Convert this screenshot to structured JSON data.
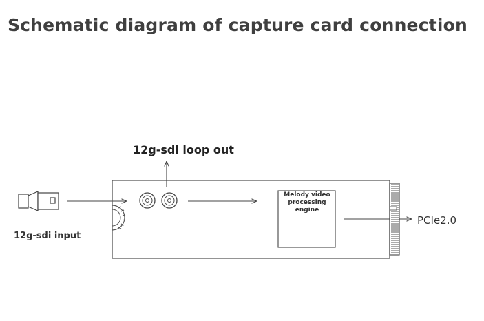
{
  "diagram": {
    "title": "Schematic diagram of capture card connection",
    "labels": {
      "loop_out": "12g-sdi loop out",
      "input": "12g-sdi input",
      "engine": "Melody video processing engine",
      "pcie": "PCIe2.0"
    }
  }
}
